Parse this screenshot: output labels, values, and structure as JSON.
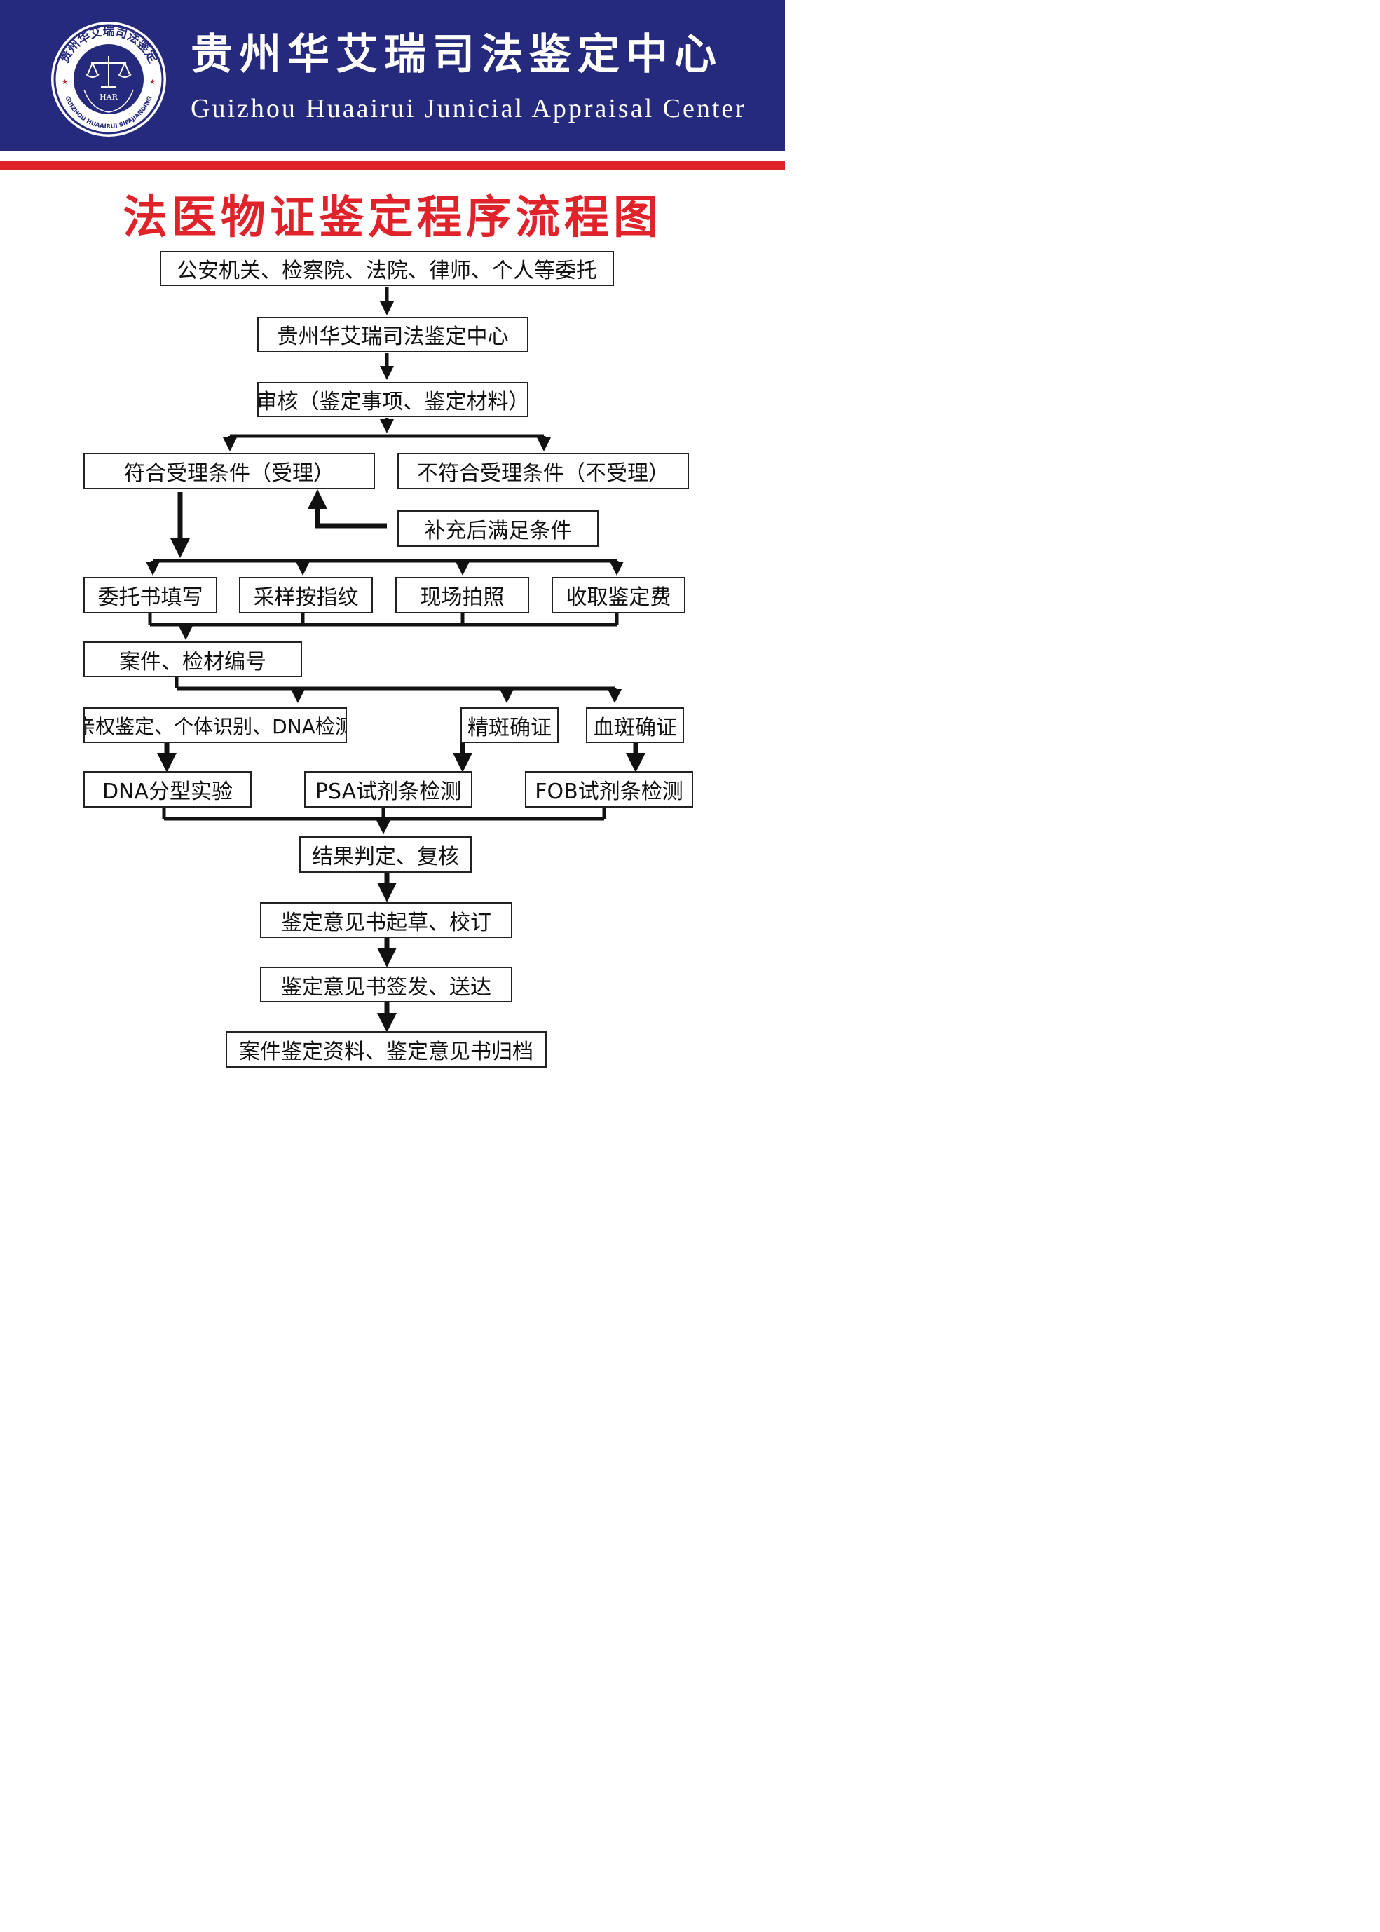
{
  "header": {
    "title": "贵州华艾瑞司法鉴定中心",
    "subtitle": "Guizhou Huaairui Junicial  Appraisal Center",
    "logo_text_top": "贵州华艾瑞司法鉴定",
    "logo_text_center": "HAR",
    "logo_text_bottom": "GUIZHOU HUAAIRUI SIFAJIANDING"
  },
  "main_title": "法医物证鉴定程序流程图",
  "flow": {
    "entrust": "公安机关、检察院、法院、律师、个人等委托",
    "center": "贵州华艾瑞司法鉴定中心",
    "review": "审核（鉴定事项、鉴定材料）",
    "accept": "符合受理条件（受理）",
    "reject": "不符合受理条件（不受理）",
    "supplement": "补充后满足条件",
    "step_letter": "委托书填写",
    "step_sampling": "采样按指纹",
    "step_photo": "现场拍照",
    "step_fee": "收取鉴定费",
    "numbering": "案件、检材编号",
    "dna_type": "亲权鉴定、个体识别、DNA检测",
    "semen": "精斑确证",
    "blood": "血斑确证",
    "dna_test": "DNA分型实验",
    "psa_test": "PSA试剂条检测",
    "fob_test": "FOB试剂条检测",
    "result": "结果判定、复核",
    "draft": "鉴定意见书起草、校订",
    "issue": "鉴定意见书签发、送达",
    "archive": "案件鉴定资料、鉴定意见书归档"
  },
  "colors": {
    "header_bg": "#252a7d",
    "title_red": "#e0232a",
    "stripe_red": "#e0232a"
  }
}
